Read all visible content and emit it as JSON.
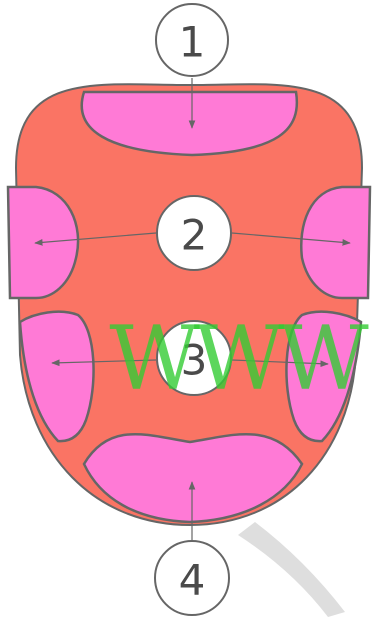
{
  "labels": {
    "one": "1",
    "two": "2",
    "three": "3",
    "four": "4"
  },
  "watermark": "WWW",
  "colors": {
    "tongue": "#fa7464",
    "zone": "#ff7ad6",
    "outline": "#666666",
    "watermark": "#33cc33"
  }
}
